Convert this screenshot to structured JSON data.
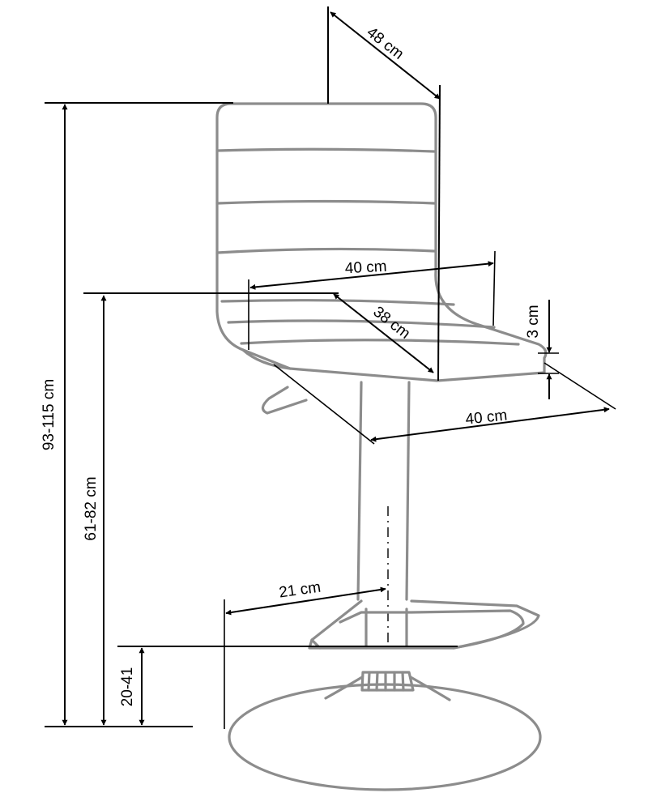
{
  "colors": {
    "outline": "#8c8c8c",
    "dimension": "#000000",
    "background": "#ffffff"
  },
  "labels": {
    "back_depth": "48 cm",
    "total_height": "93-115 cm",
    "seat_height": "61-82 cm",
    "footrest_height": "20-41",
    "seat_back_width": "40 cm",
    "seat_depth": "38 cm",
    "seat_thickness": "3 cm",
    "seat_width": "40 cm",
    "footrest_depth": "21 cm"
  }
}
